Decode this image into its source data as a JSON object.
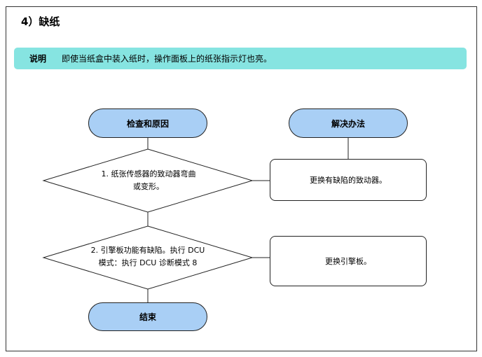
{
  "section_title": "4）缺纸",
  "note": {
    "label": "说明",
    "text": "即使当纸盒中装入纸时，操作面板上的纸张指示灯也亮。"
  },
  "flow": {
    "check_header": "检查和原因",
    "solution_header": "解决办法",
    "end_label": "结束",
    "decision_1": {
      "line1": "1. 纸张传感器的致动器弯曲",
      "line2": "或变形。"
    },
    "decision_2": {
      "line1": "2. 引擎板功能有缺陷。执行 DCU",
      "line2": "模式：执行 DCU 诊断模式 8"
    },
    "solution_1": "更换有缺陷的致动器。",
    "solution_2": "更换引擎板。"
  },
  "colors": {
    "note_bg": "#86e4e1",
    "pill_bg": "#a9cff5"
  }
}
